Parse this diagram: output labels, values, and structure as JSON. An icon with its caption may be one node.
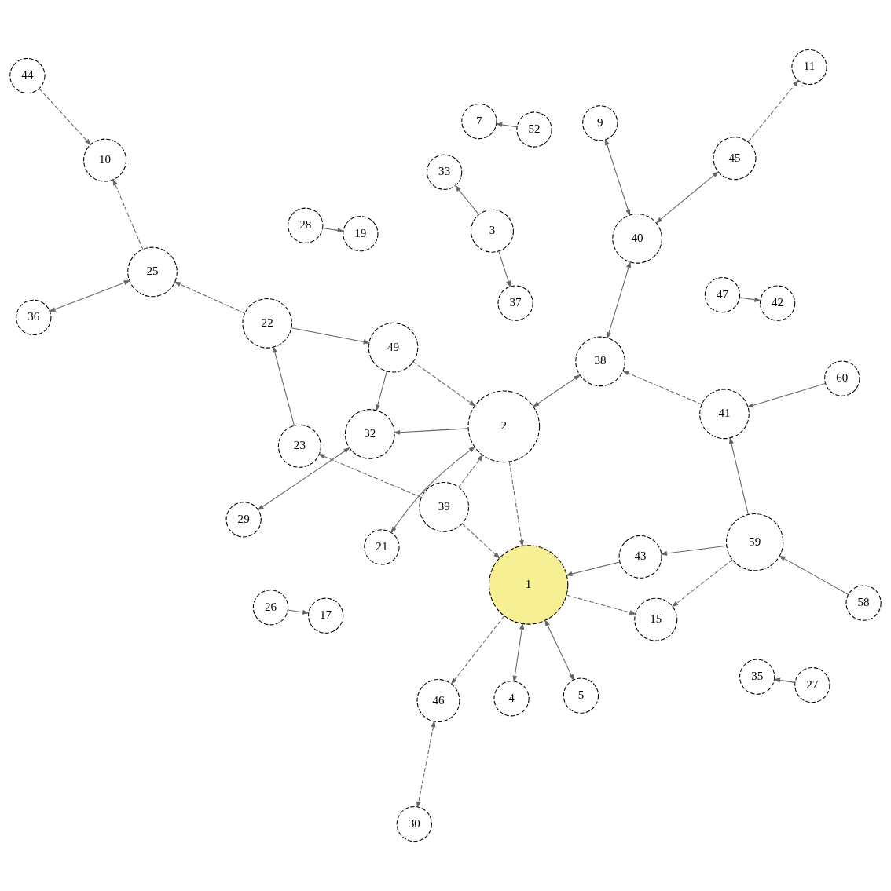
{
  "diagram": {
    "nodes": [
      {
        "text": [
          "29"
        ]
      },
      {
        "text": [
          "4"
        ]
      },
      {
        "text": [
          "30"
        ]
      },
      {
        "text": [
          "5"
        ]
      },
      {
        "text": [
          "28"
        ]
      },
      {
        "text": [
          "19"
        ]
      },
      {
        "text": [
          "33"
        ]
      },
      {
        "text": [
          "3"
        ]
      },
      {
        "text": [
          "37"
        ]
      },
      {
        "text": [
          "46"
        ]
      },
      {
        "text": [
          "26"
        ]
      },
      {
        "text": [
          "17"
        ]
      },
      {
        "text": [
          "43"
        ]
      },
      {
        "text": [
          "23"
        ]
      },
      {
        "text": [
          "58"
        ]
      },
      {
        "text": [
          "36"
        ]
      },
      {
        "text": [
          "39"
        ]
      },
      {
        "text": [
          "1"
        ]
      },
      {
        "text": [
          "15"
        ]
      },
      {
        "text": [
          "32"
        ]
      },
      {
        "text": [
          "2"
        ]
      },
      {
        "text": [
          "25"
        ]
      },
      {
        "text": [
          "59"
        ]
      },
      {
        "text": [
          "38"
        ]
      },
      {
        "text": [
          "41"
        ]
      },
      {
        "text": [
          "49"
        ]
      },
      {
        "text": [
          "44"
        ]
      },
      {
        "text": [
          "22"
        ]
      },
      {
        "text": [
          "47"
        ]
      },
      {
        "text": [
          "35"
        ]
      },
      {
        "text": [
          "42"
        ]
      },
      {
        "text": [
          "27"
        ]
      },
      {
        "text": [
          "21"
        ]
      },
      {
        "text": [
          "7"
        ]
      },
      {
        "text": [
          "60"
        ]
      },
      {
        "text": [
          "52"
        ]
      },
      {
        "text": [
          "40"
        ]
      },
      {
        "text": [
          "10"
        ]
      },
      {
        "text": [
          "45"
        ]
      },
      {
        "text": [
          "11"
        ]
      },
      {
        "text": [
          "9"
        ]
      }
    ],
    "edges": [
      {
        "from": 0,
        "to": 19,
        "arrow": "both"
      },
      {
        "from": 17,
        "to": 1,
        "arrow": "both"
      },
      {
        "from": 9,
        "to": 2,
        "arrow": "both",
        "style": "dashed"
      },
      {
        "from": 17,
        "to": 3,
        "arrow": "both"
      },
      {
        "from": 4,
        "to": 5,
        "arrow": "to"
      },
      {
        "from": 7,
        "to": 6,
        "arrow": "to"
      },
      {
        "from": 7,
        "to": 8,
        "arrow": "to"
      },
      {
        "from": 17,
        "to": 9,
        "arrow": "to",
        "style": "dashed"
      },
      {
        "from": 10,
        "to": 11,
        "arrow": "to"
      },
      {
        "from": 12,
        "to": 17,
        "arrow": "to"
      },
      {
        "from": 22,
        "to": 12,
        "arrow": "to"
      },
      {
        "from": 14,
        "to": 22,
        "arrow": "to"
      },
      {
        "from": 16,
        "to": 13,
        "arrow": "to",
        "style": "dashed"
      },
      {
        "from": 13,
        "to": 27,
        "arrow": "to"
      },
      {
        "from": 15,
        "to": 21,
        "arrow": "both"
      },
      {
        "from": 16,
        "to": 17,
        "arrow": "to",
        "style": "dashed"
      },
      {
        "from": 16,
        "to": 20,
        "arrow": "to",
        "style": "dashed"
      },
      {
        "from": 17,
        "to": 18,
        "arrow": "to",
        "style": "dashed"
      },
      {
        "from": 22,
        "to": 18,
        "arrow": "to",
        "style": "dashed"
      },
      {
        "from": 20,
        "to": 19,
        "arrow": "to"
      },
      {
        "from": 20,
        "to": 17,
        "arrow": "to",
        "style": "dashed"
      },
      {
        "from": 25,
        "to": 19,
        "arrow": "to"
      },
      {
        "from": 25,
        "to": 20,
        "arrow": "to",
        "style": "dashed"
      },
      {
        "from": 20,
        "to": 23,
        "arrow": "both"
      },
      {
        "from": 22,
        "to": 24,
        "arrow": "to"
      },
      {
        "from": 24,
        "to": 23,
        "arrow": "to",
        "style": "dashed"
      },
      {
        "from": 34,
        "to": 24,
        "arrow": "to"
      },
      {
        "from": 21,
        "to": 37,
        "arrow": "to",
        "style": "dashed"
      },
      {
        "from": 26,
        "to": 37,
        "arrow": "to",
        "style": "dashed"
      },
      {
        "from": 27,
        "to": 21,
        "arrow": "to",
        "style": "dashed"
      },
      {
        "from": 27,
        "to": 25,
        "arrow": "to"
      },
      {
        "from": 28,
        "to": 30,
        "arrow": "to"
      },
      {
        "from": 31,
        "to": 29,
        "arrow": "to"
      },
      {
        "from": 32,
        "to": 20,
        "arrow": "both"
      },
      {
        "from": 35,
        "to": 33,
        "arrow": "to"
      },
      {
        "from": 36,
        "to": 23,
        "arrow": "both"
      },
      {
        "from": 38,
        "to": 36,
        "arrow": "both"
      },
      {
        "from": 40,
        "to": 36,
        "arrow": "both"
      },
      {
        "from": 38,
        "to": 39,
        "arrow": "to",
        "style": "dashed"
      }
    ]
  }
}
